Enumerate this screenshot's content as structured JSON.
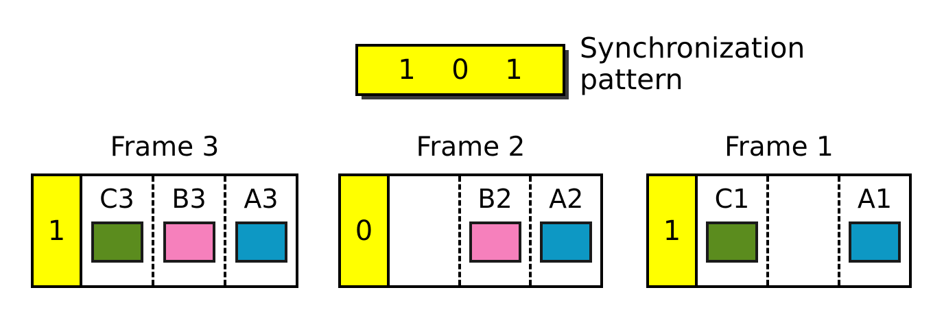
{
  "sync": {
    "bits": [
      "1",
      "0",
      "1"
    ],
    "label": "Synchronization\npattern",
    "fill_color": "#ffff00",
    "shadow_color": "#3a3a3a"
  },
  "colors": {
    "yellow": "#ffff00",
    "green": "#5b8c1e",
    "pink": "#f680bc",
    "blue": "#0d98c4",
    "outline": "#000000"
  },
  "frames": [
    {
      "title": "Frame 3",
      "sync_bit": "1",
      "slots": [
        {
          "label": "C3",
          "color": "#5b8c1e",
          "present": true
        },
        {
          "label": "B3",
          "color": "#f680bc",
          "present": true
        },
        {
          "label": "A3",
          "color": "#0d98c4",
          "present": true
        }
      ]
    },
    {
      "title": "Frame 2",
      "sync_bit": "0",
      "slots": [
        {
          "label": "",
          "color": "",
          "present": false
        },
        {
          "label": "B2",
          "color": "#f680bc",
          "present": true
        },
        {
          "label": "A2",
          "color": "#0d98c4",
          "present": true
        }
      ]
    },
    {
      "title": "Frame 1",
      "sync_bit": "1",
      "slots": [
        {
          "label": "C1",
          "color": "#5b8c1e",
          "present": true
        },
        {
          "label": "",
          "color": "",
          "present": false
        },
        {
          "label": "A1",
          "color": "#0d98c4",
          "present": true
        }
      ]
    }
  ]
}
